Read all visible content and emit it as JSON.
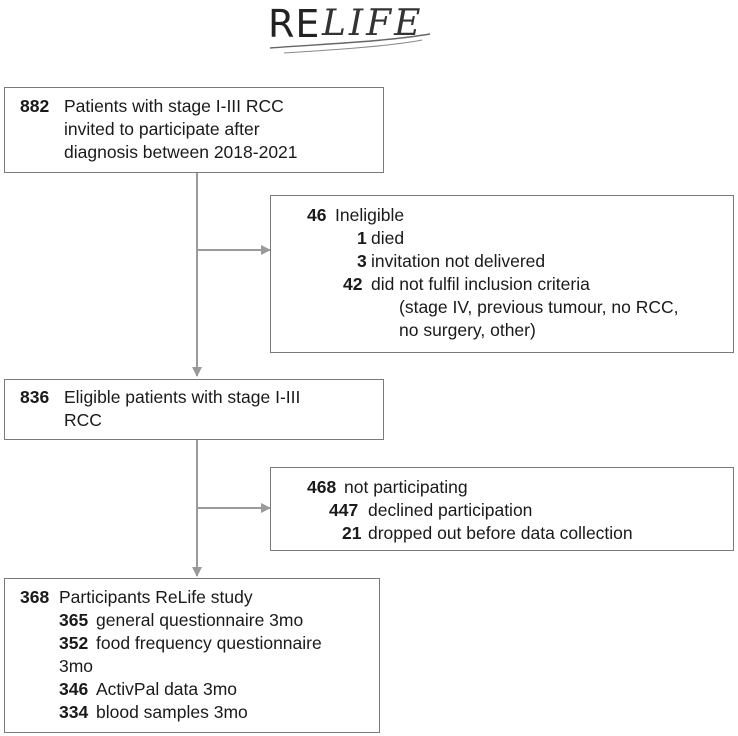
{
  "logo": {
    "part1": "RE",
    "part2": "LIFE"
  },
  "box1": {
    "num": "882",
    "line1": "Patients with stage I-III RCC",
    "line2": "invited to participate after",
    "line3": "diagnosis between 2018-2021"
  },
  "box2": {
    "num": "46",
    "label": "Ineligible",
    "items": [
      {
        "num": "1",
        "label": "died"
      },
      {
        "num": "3",
        "label": "invitation not delivered"
      },
      {
        "num": "42",
        "label": "did not fulfil inclusion criteria"
      }
    ],
    "note1": "(stage IV, previous tumour, no RCC,",
    "note2": "no surgery, other)"
  },
  "box3": {
    "num": "836",
    "line1": "Eligible patients with stage I-III",
    "line2": "RCC"
  },
  "box4": {
    "num": "468",
    "label": "not participating",
    "items": [
      {
        "num": "447",
        "label": "declined participation"
      },
      {
        "num": "21",
        "label": "dropped out before data collection"
      }
    ]
  },
  "box5": {
    "num": "368",
    "label": "Participants ReLife study",
    "items": [
      {
        "num": "365",
        "label": "general questionnaire 3mo"
      },
      {
        "num": "352",
        "label": "food frequency questionnaire"
      },
      {
        "num": "",
        "label": "3mo"
      },
      {
        "num": "346",
        "label": "ActivPal data 3mo"
      },
      {
        "num": "334",
        "label": "blood samples 3mo"
      }
    ]
  },
  "colors": {
    "border": "#7a7a7a",
    "line": "#9a9a9a",
    "text": "#1a1a1a"
  }
}
